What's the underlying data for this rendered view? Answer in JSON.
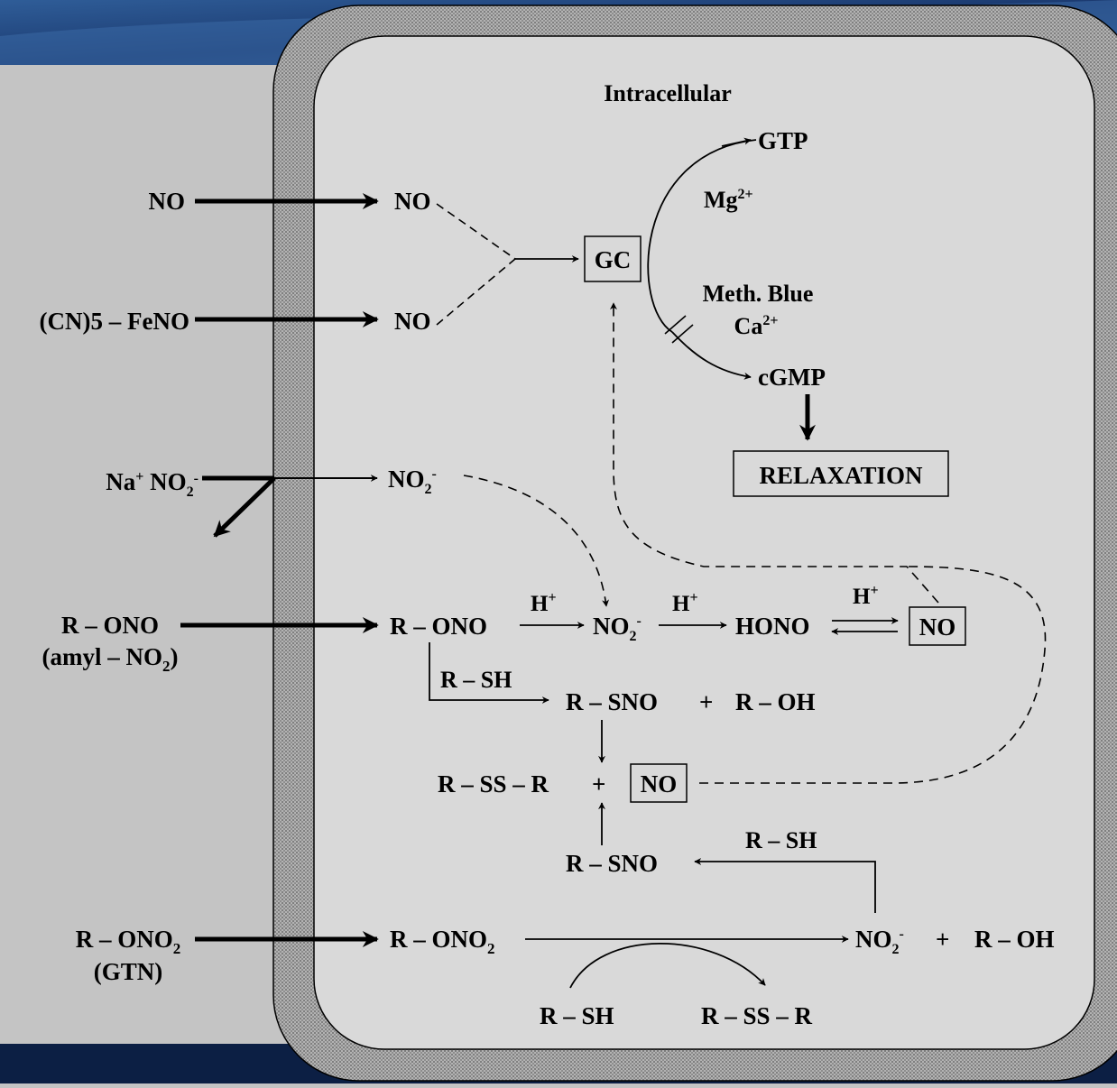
{
  "title": "Intracellular",
  "colors": {
    "background": "#c4c4c4",
    "header_band": "#1b3a70",
    "footer_band": "#0c1f44",
    "cell_interior": "#d9d9d9",
    "membrane": "#9a9a9a"
  },
  "extracellular": {
    "no": "NO",
    "nitroprusside": "(CN)5 – FeNO",
    "sodium_nitrite": {
      "ion": "Na",
      "ion_charge": "+",
      "anion": "NO",
      "anion_sub": "2",
      "anion_charge": "-"
    },
    "alkyl_nitrite": {
      "formula": "R – ONO",
      "name_open": "(amyl – NO",
      "name_sub": "2",
      "name_close": ")"
    },
    "nitrate": {
      "formula": "R – ONO",
      "formula_sub": "2",
      "name": "(GTN)"
    }
  },
  "intracellular": {
    "no_top": "NO",
    "no_middle": "NO",
    "gc": "GC",
    "gtp": "GTP",
    "mg": {
      "text": "Mg",
      "sup": "2+"
    },
    "meth_blue": "Meth. Blue",
    "ca": {
      "text": "Ca",
      "sup": "2+"
    },
    "cgmp": "cGMP",
    "relaxation": "RELAXATION",
    "nitrite": {
      "text": "NO",
      "sub": "2",
      "sup": "-"
    },
    "r_ono": "R – ONO",
    "h_plus_1": {
      "text": "H",
      "sup": "+"
    },
    "nitrite_2": {
      "text": "NO",
      "sub": "2",
      "sup": "-"
    },
    "h_plus_2": {
      "text": "H",
      "sup": "+"
    },
    "hono": "HONO",
    "h_plus_3": {
      "text": "H",
      "sup": "+"
    },
    "no_boxed_1": "NO",
    "r_sh_1": "R – SH",
    "r_sno_1": "R – SNO",
    "plus_1": "+",
    "r_oh_1": "R – OH",
    "r_ss_r_1": "R – SS – R",
    "plus_2": "+",
    "no_boxed_2": "NO",
    "r_sno_2": "R – SNO",
    "r_sh_2": "R – SH",
    "r_ono2": {
      "text": "R – ONO",
      "sub": "2"
    },
    "nitrite_3": {
      "text": "NO",
      "sub": "2",
      "sup": "-"
    },
    "plus_3": "+",
    "r_oh_2": "R – OH",
    "r_sh_3": "R – SH",
    "r_ss_r_2": "R – SS – R"
  }
}
